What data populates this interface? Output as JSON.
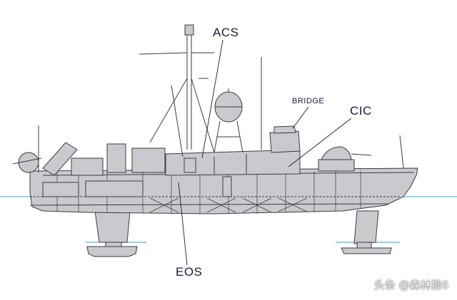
{
  "labels": {
    "acs": "ACS",
    "bridge": "BRIDGE",
    "cic": "CIC",
    "eos": "EOS"
  },
  "watermark": "头条 @森林狼6",
  "colors": {
    "hull_fill": "#c9cacd",
    "line": "#3a3a48",
    "waterline": "#4fb7cf",
    "text": "#1a1a3a"
  }
}
